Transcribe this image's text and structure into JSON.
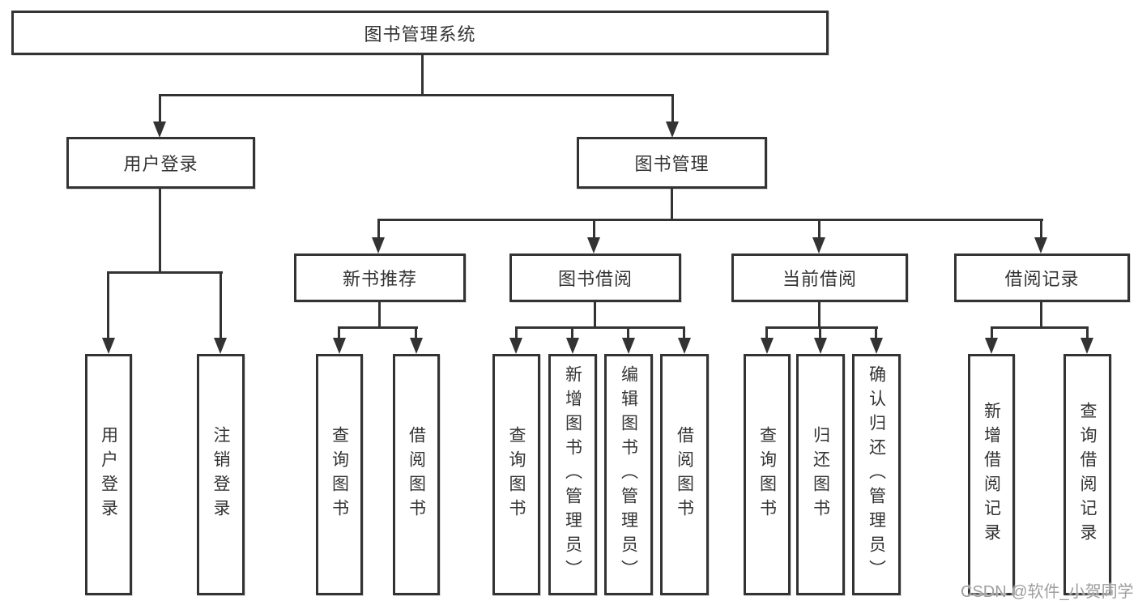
{
  "diagram": {
    "title": "图书管理系统",
    "branches": [
      {
        "label": "用户登录",
        "children": [
          {
            "label": "用户登录"
          },
          {
            "label": "注销登录"
          }
        ]
      },
      {
        "label": "图书管理",
        "children": [
          {
            "label": "新书推荐",
            "children": [
              {
                "label": "查询图书"
              },
              {
                "label": "借阅图书"
              }
            ]
          },
          {
            "label": "图书借阅",
            "children": [
              {
                "label": "查询图书"
              },
              {
                "label": "新增图书（管理员）"
              },
              {
                "label": "编辑图书（管理员）"
              },
              {
                "label": "借阅图书"
              }
            ]
          },
          {
            "label": "当前借阅",
            "children": [
              {
                "label": "查询图书"
              },
              {
                "label": "归还图书"
              },
              {
                "label": "确认归还（管理员）"
              }
            ]
          },
          {
            "label": "借阅记录",
            "children": [
              {
                "label": "新增借阅记录"
              },
              {
                "label": "查询借阅记录"
              }
            ]
          }
        ]
      }
    ]
  },
  "watermark": {
    "text": "CSDN @软件_小贺同学"
  },
  "colors": {
    "line": "#333333",
    "border": "#333333",
    "text": "#333333",
    "watermark": "#9e9e9e",
    "background": "#ffffff"
  }
}
